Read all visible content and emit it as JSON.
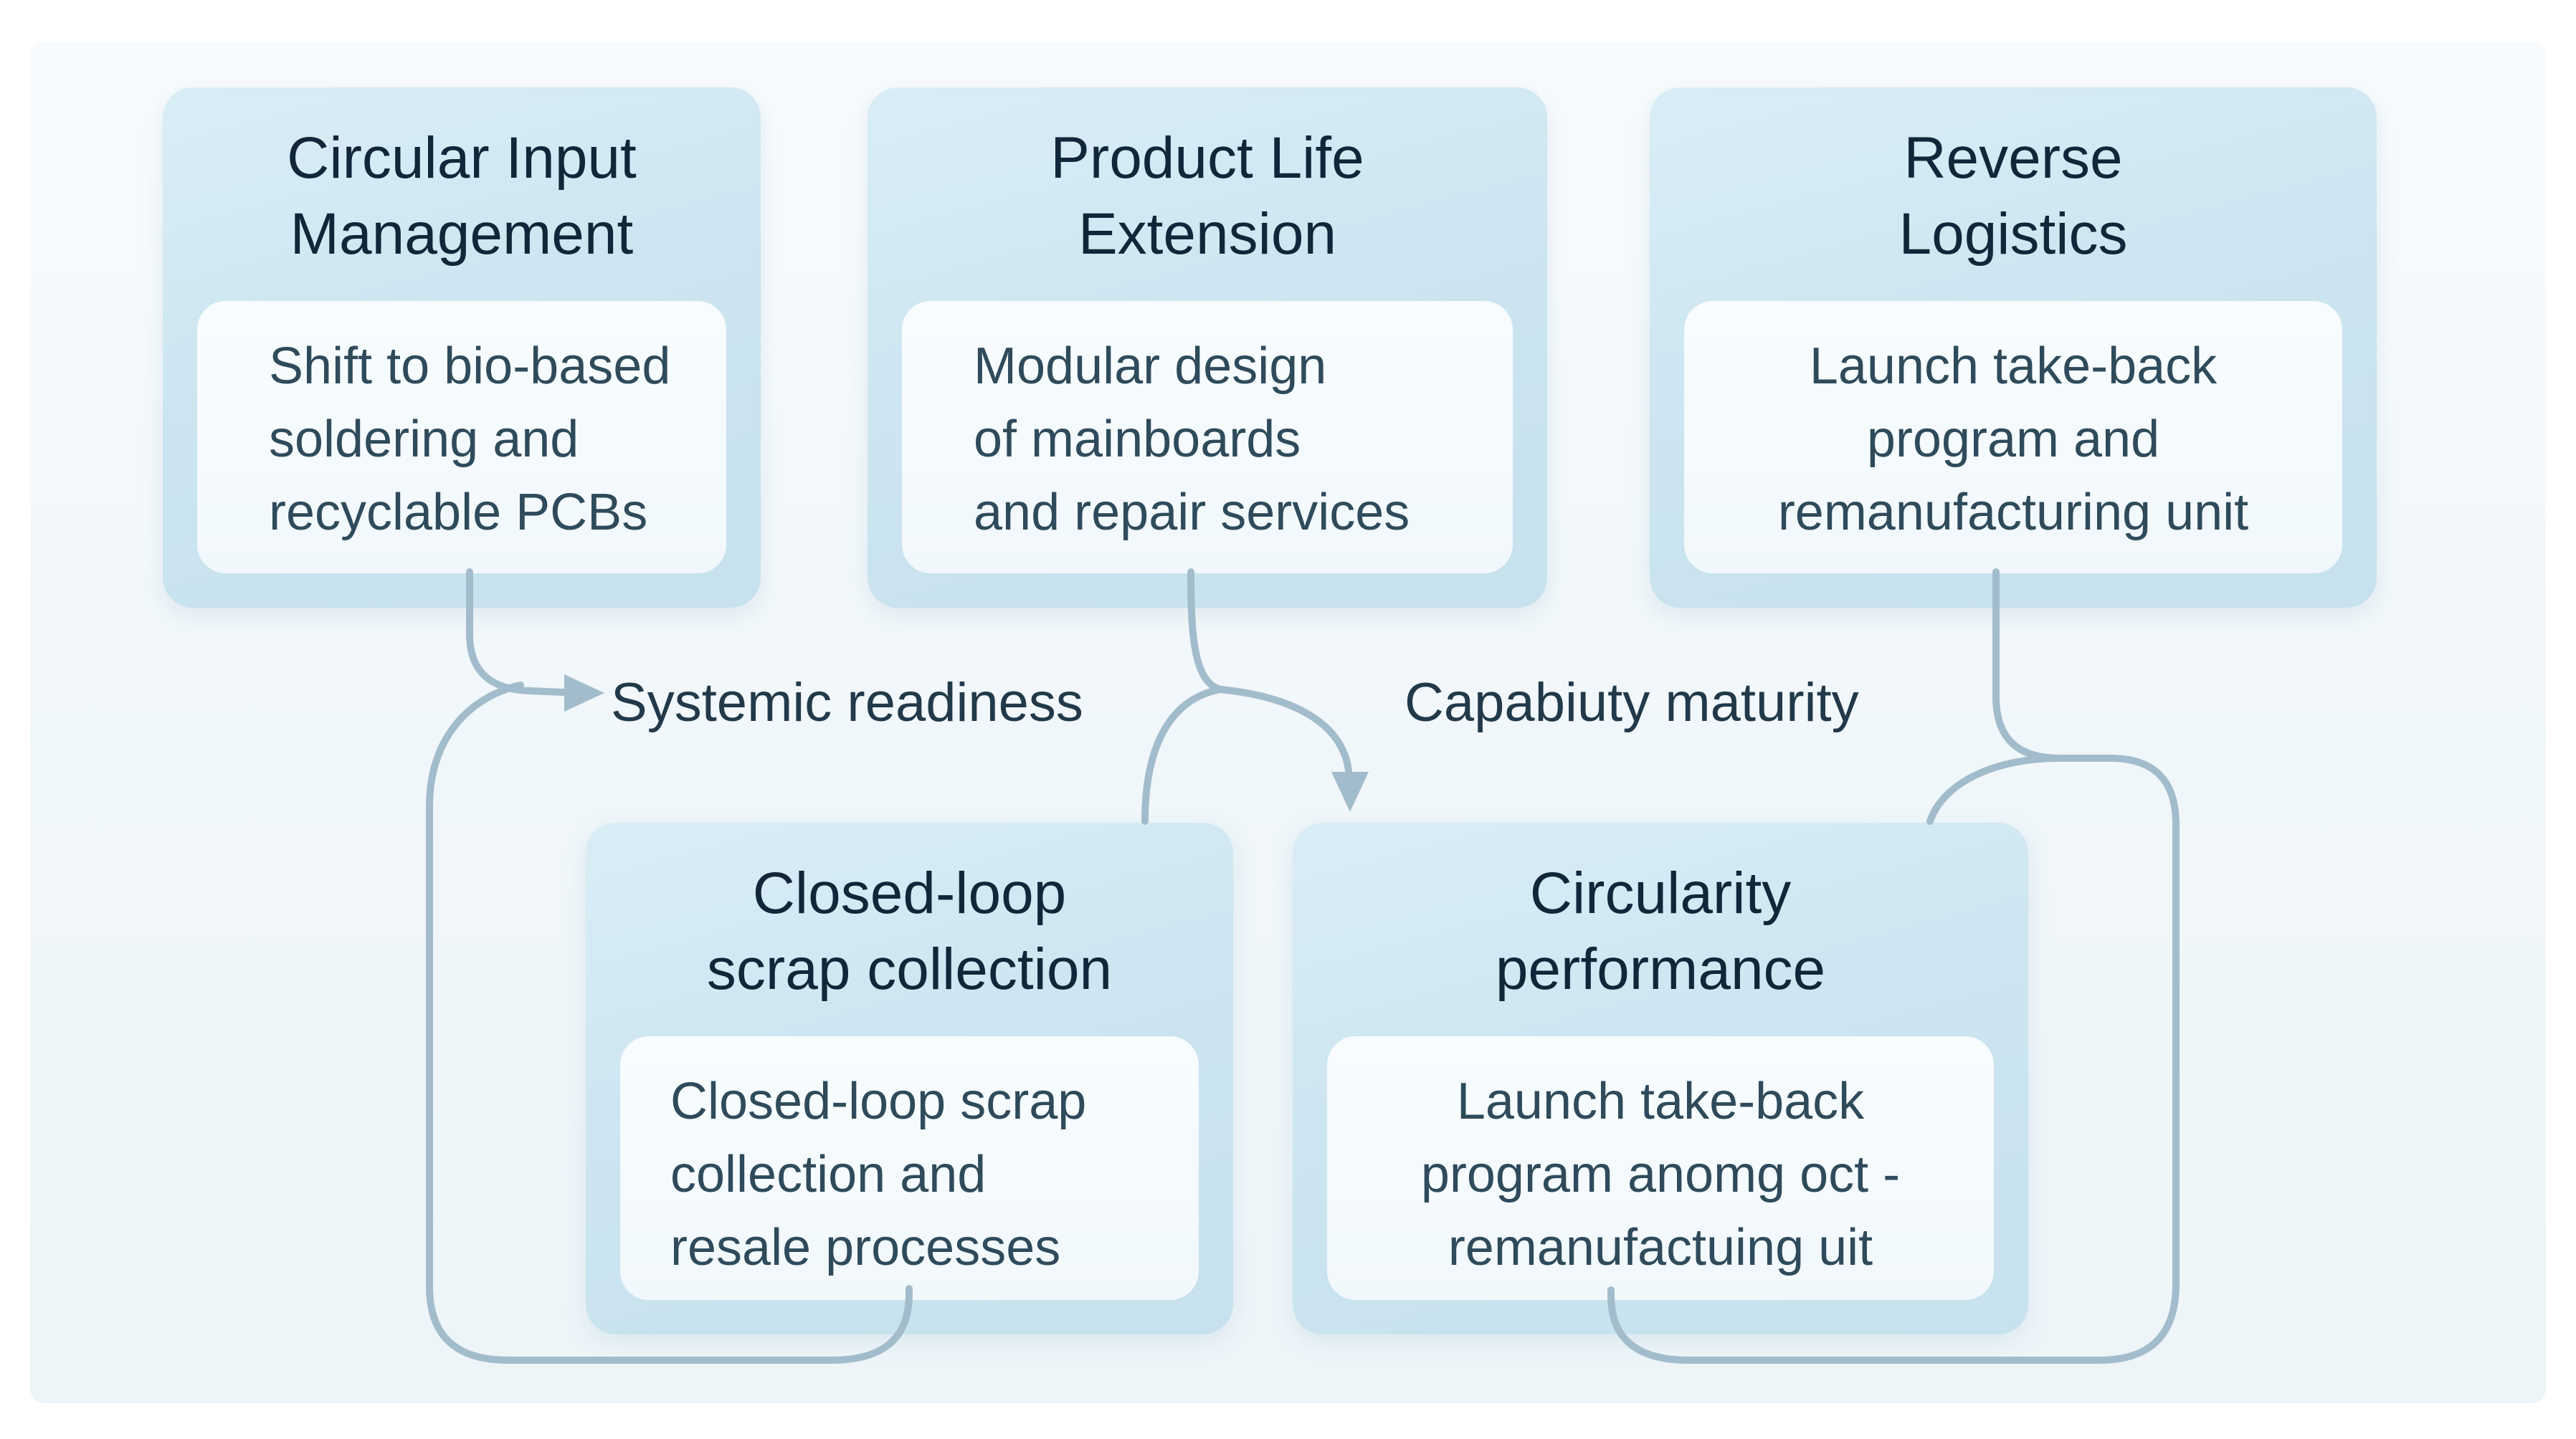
{
  "diagram": {
    "nodes": [
      {
        "id": "circular-input-management",
        "title": "Circular Input\nManagement",
        "body": "Shift to bio-based\nsoldering and\nrecyclable PCBs"
      },
      {
        "id": "product-life-extension",
        "title": "Product Life\nExtension",
        "body": "Modular design\nof mainboards\nand repair services"
      },
      {
        "id": "reverse-logistics",
        "title": "Reverse\nLogistics",
        "body": "Launch take-back\nprogram and\nremanufacturing unit"
      },
      {
        "id": "closed-loop-scrap-collection",
        "title": "Closed-loop\nscrap collection",
        "body": "Closed-loop scrap\ncollection and\nresale processes"
      },
      {
        "id": "circularity-performance",
        "title": "Circularity\nperformance",
        "body": "Launch take-back\nprogram anomg oct -\nremanufactuing uit"
      }
    ],
    "edge_labels": [
      {
        "text": "Systemic readiness"
      },
      {
        "text": "Capabiuty maturity"
      }
    ],
    "colors": {
      "node_fill": "#cde5f1",
      "inner_fill": "#f6fbfd",
      "title_text": "#12263a",
      "body_text": "#2f4b5b",
      "label_text": "#223949",
      "connector": "#a3bccc",
      "panel": "#f1f7fa"
    }
  }
}
